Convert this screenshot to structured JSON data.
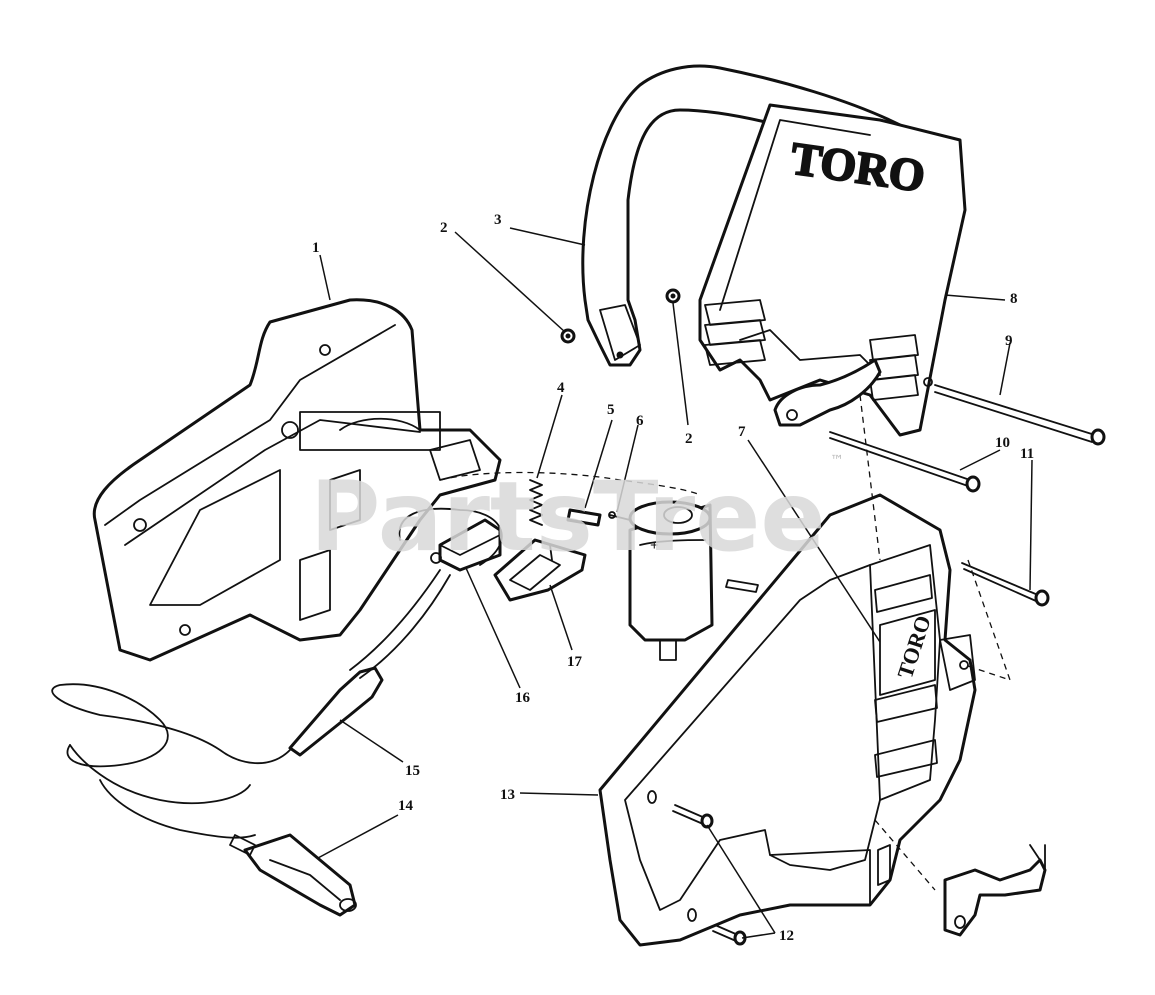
{
  "watermark": {
    "text": "PartsTree",
    "tm": "™"
  },
  "brand_text": {
    "cover_logo": "TORO",
    "housing_logo": "TORO"
  },
  "callouts": [
    "1",
    "2",
    "3",
    "2",
    "4",
    "5",
    "6",
    "7",
    "8",
    "9",
    "10",
    "11",
    "12",
    "13",
    "14",
    "15",
    "16",
    "17"
  ],
  "colors": {
    "line": "#111111",
    "background": "#ffffff",
    "watermark": "#d9d9d9"
  }
}
